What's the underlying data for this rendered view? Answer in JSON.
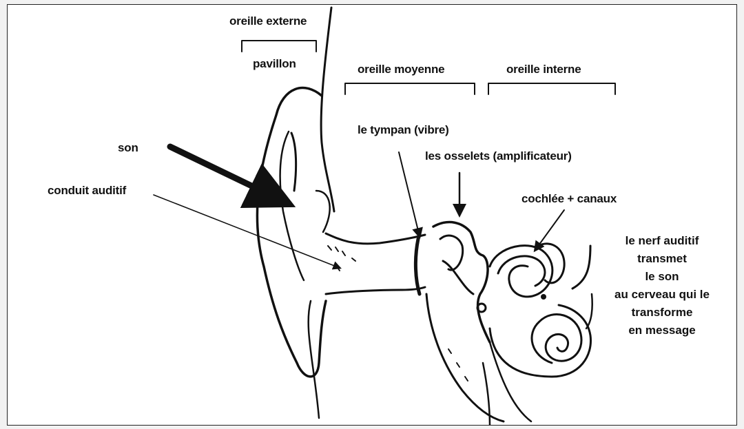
{
  "labels": {
    "outer_ear": "oreille externe",
    "pinna": "pavillon",
    "middle_ear": "oreille moyenne",
    "inner_ear": "oreille interne",
    "sound": "son",
    "ear_canal": "conduit auditif",
    "eardrum": "le tympan (vibre)",
    "ossicles": "les osselets  (amplificateur)",
    "cochlea": "cochlée + canaux",
    "nerve_lines": [
      "le nerf auditif",
      "transmet",
      "le son",
      "au cerveau qui le",
      "transforme",
      "en message"
    ]
  },
  "colors": {
    "ink": "#111111",
    "paper": "#ffffff"
  }
}
